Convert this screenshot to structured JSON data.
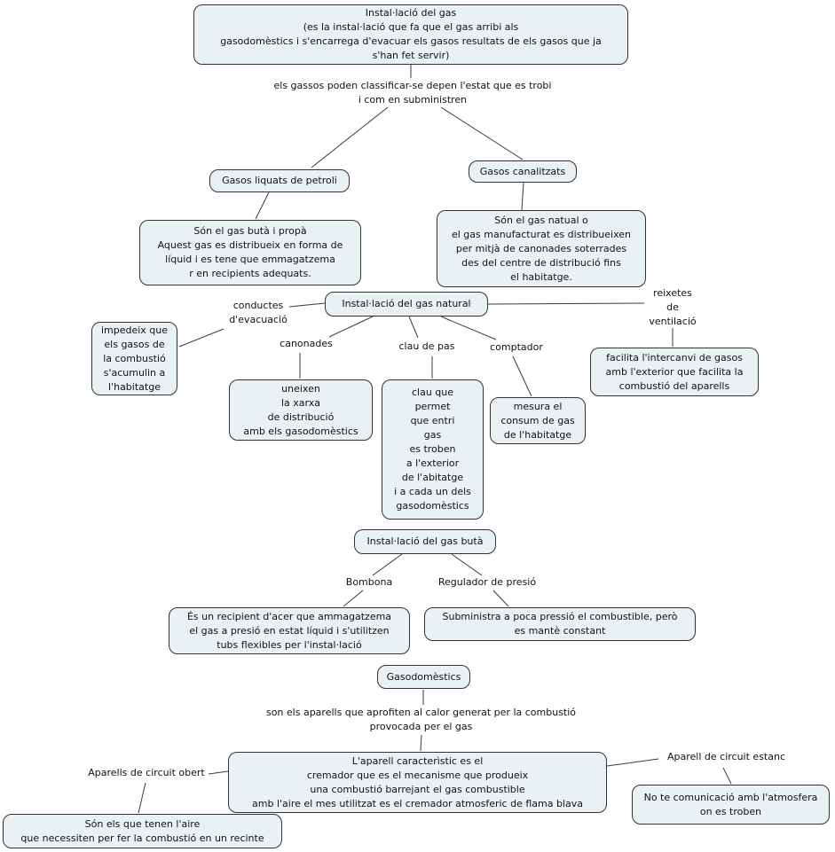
{
  "colors": {
    "background": "#ffffff",
    "node_fill": "#eaf1f4",
    "node_border": "#333333",
    "line": "#3a3a3a"
  },
  "nodes": {
    "root": "Instal·lació del gas\n(es la instal·lació que fa que el gas arribi als\ngasodomèstics i s'encarrega d'evacuar els gasos resultats de els gasos que ja\ns'han fet servir)",
    "glp": "Gasos liquats de petroli",
    "canalitzats": "Gasos canalitzats",
    "glp_desc": "Són el gas butà i propà\nAquest gas es distribueix en forma de\nlíquid i es tene que emmagatzema\nr en recipients adequats.",
    "canalitzats_desc": "Són el gas natual o\nel gas manufacturat es distribueixen\nper mitjà de canonades soterrades\ndes del centre de distribució fins\nel habitatge.",
    "natural": "Instal·lació del gas natural",
    "impedeix": "impedeix que\nels gasos de\nla combustió\ns'acumulin a\nl'habitatge",
    "uneixen": "uneixen\nla xarxa\nde distribució\namb els gasodomèstics",
    "clau": "clau que\npermet\nque entri\ngas\nes troben\na l'exterior\nde l'abitatge\ni a cada un dels\ngasodomèstics",
    "mesura": "mesura el\nconsum de gas\nde l'habitatge",
    "facilita": "facilita l'intercanvi de gasos\namb l'exterior que facilita la\ncombustió del aparells",
    "buta": "Instal·lació del gas butà",
    "bombona_desc": "És un recipient d'acer que ammagatzema\nel gas a presió en estat líquid i s'utilitzen\ntubs flexibles per l'instal·lació",
    "regulador_desc": "Subministra a poca pressió el combustible, però\nes mantè constant",
    "gasodomestics": "Gasodomèstics",
    "cremador": "L'aparell caracterìstic es el\ncremador que es el mecanisme que produeix\nuna combustió barrejant el gas combustible\namb l'aire el mes utilitzat es el cremador atmosferic de flama blava",
    "obert_desc": "Són els que tenen l'aire\nque necessiten per fer la combustió en un recinte",
    "estanc_desc": "No te comunicació amb l'atmosfera\non es troben"
  },
  "labels": {
    "classificacio": "els gassos poden classificar-se depen l'estat que es trobi\ni com en subministren",
    "conductes": "conductes\nd'evacuació",
    "canonades": "canonades",
    "clau_de_pas": "clau de pas",
    "comptador": "comptador",
    "reixetes": "reixetes\nde\nventilació",
    "bombona": "Bombona",
    "regulador": "Regulador de presió",
    "aprofiten": "son els aparells que aprofiten al calor generat per la combustió\nprovocada per el gas",
    "obert": "Aparells de circuit obert",
    "estanc": "Aparell de circuit estanc"
  },
  "edges": [
    [
      "root",
      "classificacio"
    ],
    [
      "classificacio",
      "glp"
    ],
    [
      "classificacio",
      "canalitzats"
    ],
    [
      "glp",
      "glp_desc"
    ],
    [
      "canalitzats",
      "canalitzats_desc"
    ],
    [
      "natural",
      "conductes"
    ],
    [
      "conductes",
      "impedeix"
    ],
    [
      "natural",
      "canonades"
    ],
    [
      "canonades",
      "uneixen"
    ],
    [
      "natural",
      "clau_de_pas"
    ],
    [
      "clau_de_pas",
      "clau"
    ],
    [
      "natural",
      "comptador"
    ],
    [
      "comptador",
      "mesura"
    ],
    [
      "natural",
      "reixetes"
    ],
    [
      "reixetes",
      "facilita"
    ],
    [
      "buta",
      "bombona"
    ],
    [
      "bombona",
      "bombona_desc"
    ],
    [
      "buta",
      "regulador"
    ],
    [
      "regulador",
      "regulador_desc"
    ],
    [
      "gasodomestics",
      "aprofiten"
    ],
    [
      "aprofiten",
      "cremador"
    ],
    [
      "cremador",
      "obert"
    ],
    [
      "obert",
      "obert_desc"
    ],
    [
      "cremador",
      "estanc"
    ],
    [
      "estanc",
      "estanc_desc"
    ]
  ]
}
